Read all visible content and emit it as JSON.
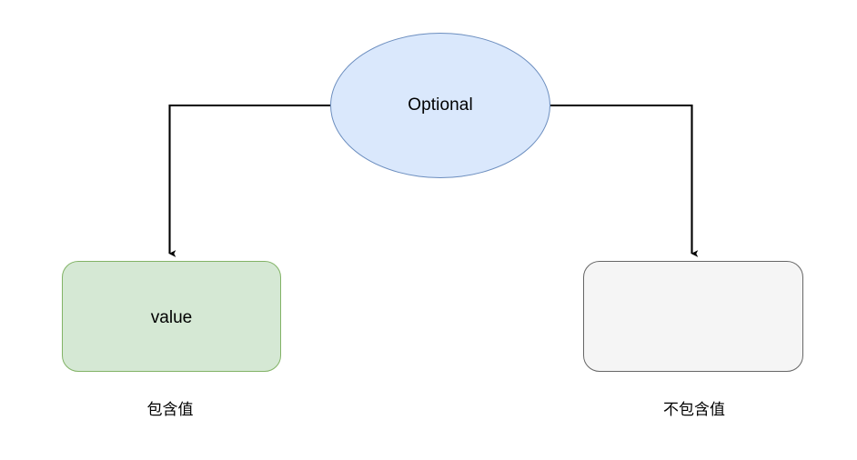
{
  "diagram": {
    "title": "Optional",
    "background_color": "#ffffff",
    "nodes": [
      {
        "id": "optional",
        "label": "Optional",
        "shape": "ellipse",
        "fill": "#dae8fc",
        "stroke": "#6c8ebf"
      },
      {
        "id": "value",
        "label": "value",
        "shape": "rounded-rectangle",
        "fill": "#d5e8d4",
        "stroke": "#82b366"
      },
      {
        "id": "empty",
        "label": "",
        "shape": "rounded-rectangle",
        "fill": "#f5f5f5",
        "stroke": "#666666"
      }
    ],
    "edges": [
      {
        "id": "edge-optional-to-value",
        "from": "optional",
        "to": "value",
        "arrow": "arrow-head-down-icon",
        "color": "#000000"
      },
      {
        "id": "edge-optional-to-empty",
        "from": "optional",
        "to": "empty",
        "arrow": "arrow-head-down-icon",
        "color": "#000000"
      }
    ],
    "captions": {
      "left": "包含值",
      "right": "不包含值"
    }
  }
}
